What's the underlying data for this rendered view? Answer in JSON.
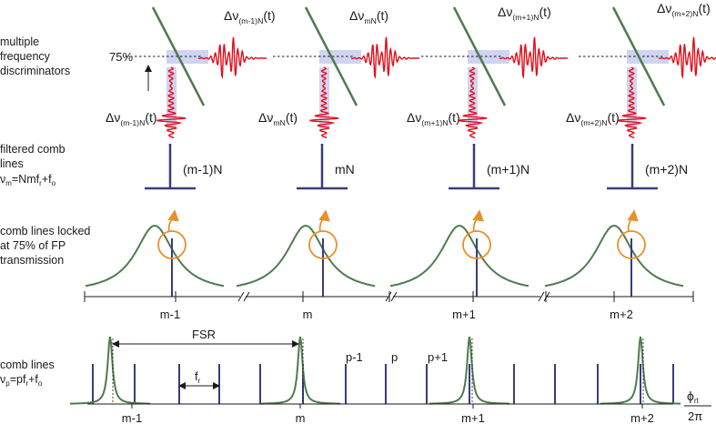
{
  "row_labels": {
    "discriminators": [
      "multiple",
      "frequency",
      "discriminators"
    ],
    "filtered": [
      "filtered comb",
      "lines"
    ],
    "filtered_eq": {
      "nu": "ν",
      "sub_m": "m",
      "eq": "=Nmf",
      "sub_r": "r",
      "plus": "+f",
      "sub_o": "o"
    },
    "locked": [
      "comb lines locked",
      "at 75% of FP",
      "transmission"
    ],
    "comb": [
      "comb lines"
    ],
    "comb_eq": {
      "nu": "ν",
      "sub_p": "p",
      "eq": "=pf",
      "sub_r": "r",
      "plus": "+f",
      "sub_o": "o"
    }
  },
  "percent_label": "75%",
  "delta": "Δν",
  "t_suffix": "(t)",
  "discriminators": [
    {
      "sub": "(m-1)N"
    },
    {
      "sub": "mN"
    },
    {
      "sub": "(m+1)N"
    },
    {
      "sub": "(m+2)N"
    }
  ],
  "filtered_lines": [
    "(m-1)N",
    "mN",
    "(m+1)N",
    "(m+2)N"
  ],
  "locked_axis_labels": [
    "m-1",
    "m",
    "m+1",
    "m+2"
  ],
  "comb_annotations": {
    "fsr": "FSR",
    "fr": "f",
    "fr_sub": "r",
    "p_minus": "p-1",
    "p": "p",
    "p_plus": "p+1"
  },
  "bottom_axis_labels": [
    "m-1",
    "m",
    "m+1",
    "m+2"
  ],
  "axis_label": {
    "num": "ϕ",
    "num_sub": "rt",
    "den": "2π"
  },
  "colors": {
    "green": "#4f7a50",
    "navy": "#3b3c7c",
    "red": "#e0101c",
    "orange": "#e8902a",
    "lavender": "#a9aee6"
  }
}
